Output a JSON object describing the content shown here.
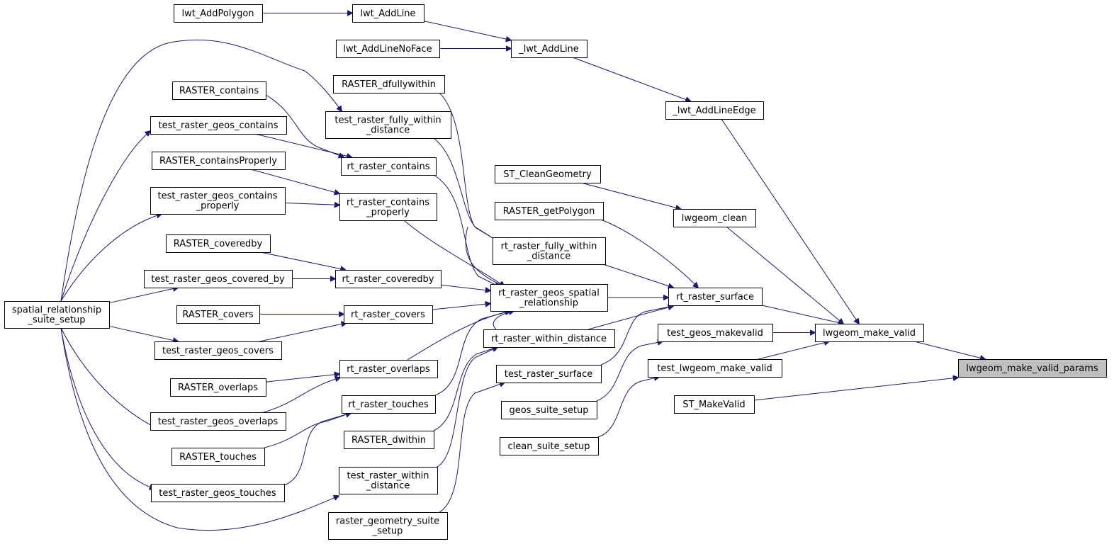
{
  "diagram": {
    "type": "caller-graph",
    "root": "lwgeom_make_valid_params",
    "nodes": [
      {
        "id": "root",
        "lines": [
          "lwgeom_make_valid_params"
        ]
      },
      {
        "id": "make_valid",
        "lines": [
          "lwgeom_make_valid"
        ]
      },
      {
        "id": "ST_MakeValid",
        "lines": [
          "ST_MakeValid"
        ]
      },
      {
        "id": "lwt_AddLineEdge",
        "lines": [
          "_lwt_AddLineEdge"
        ]
      },
      {
        "id": "lwt_AddLine_",
        "lines": [
          "_lwt_AddLine"
        ]
      },
      {
        "id": "lwt_AddLine",
        "lines": [
          "lwt_AddLine"
        ]
      },
      {
        "id": "lwt_AddPolygon",
        "lines": [
          "lwt_AddPolygon"
        ]
      },
      {
        "id": "lwt_AddLineNoFace",
        "lines": [
          "lwt_AddLineNoFace"
        ]
      },
      {
        "id": "lwgeom_clean",
        "lines": [
          "lwgeom_clean"
        ]
      },
      {
        "id": "ST_CleanGeometry",
        "lines": [
          "ST_CleanGeometry"
        ]
      },
      {
        "id": "rt_raster_surface",
        "lines": [
          "rt_raster_surface"
        ]
      },
      {
        "id": "test_geos_makevalid",
        "lines": [
          "test_geos_makevalid"
        ]
      },
      {
        "id": "test_lwgeom_make_valid",
        "lines": [
          "test_lwgeom_make_valid"
        ]
      },
      {
        "id": "RASTER_getPolygon",
        "lines": [
          "RASTER_getPolygon"
        ]
      },
      {
        "id": "rt_raster_geos_spatial",
        "lines": [
          "rt_raster_geos_spatial",
          "_relationship"
        ]
      },
      {
        "id": "rt_raster_fully_within",
        "lines": [
          "rt_raster_fully_within",
          "_distance"
        ]
      },
      {
        "id": "rt_raster_within_distance",
        "lines": [
          "rt_raster_within_distance"
        ]
      },
      {
        "id": "test_raster_surface",
        "lines": [
          "test_raster_surface"
        ]
      },
      {
        "id": "geos_suite_setup",
        "lines": [
          "geos_suite_setup"
        ]
      },
      {
        "id": "clean_suite_setup",
        "lines": [
          "clean_suite_setup"
        ]
      },
      {
        "id": "RASTER_dfullywithin",
        "lines": [
          "RASTER_dfullywithin"
        ]
      },
      {
        "id": "test_raster_fully_within",
        "lines": [
          "test_raster_fully_within",
          "_distance"
        ]
      },
      {
        "id": "RASTER_contains",
        "lines": [
          "RASTER_contains"
        ]
      },
      {
        "id": "rt_raster_contains",
        "lines": [
          "rt_raster_contains"
        ]
      },
      {
        "id": "test_raster_geos_contains",
        "lines": [
          "test_raster_geos_contains"
        ]
      },
      {
        "id": "RASTER_containsProperly",
        "lines": [
          "RASTER_containsProperly"
        ]
      },
      {
        "id": "rt_raster_contains_properly",
        "lines": [
          "rt_raster_contains",
          "_properly"
        ]
      },
      {
        "id": "test_raster_geos_contains_properly",
        "lines": [
          "test_raster_geos_contains",
          "_properly"
        ]
      },
      {
        "id": "RASTER_coveredby",
        "lines": [
          "RASTER_coveredby"
        ]
      },
      {
        "id": "rt_raster_coveredby",
        "lines": [
          "rt_raster_coveredby"
        ]
      },
      {
        "id": "test_raster_geos_covered_by",
        "lines": [
          "test_raster_geos_covered_by"
        ]
      },
      {
        "id": "RASTER_covers",
        "lines": [
          "RASTER_covers"
        ]
      },
      {
        "id": "rt_raster_covers",
        "lines": [
          "rt_raster_covers"
        ]
      },
      {
        "id": "test_raster_geos_covers",
        "lines": [
          "test_raster_geos_covers"
        ]
      },
      {
        "id": "rt_raster_overlaps",
        "lines": [
          "rt_raster_overlaps"
        ]
      },
      {
        "id": "RASTER_overlaps",
        "lines": [
          "RASTER_overlaps"
        ]
      },
      {
        "id": "test_raster_geos_overlaps",
        "lines": [
          "test_raster_geos_overlaps"
        ]
      },
      {
        "id": "rt_raster_touches",
        "lines": [
          "rt_raster_touches"
        ]
      },
      {
        "id": "RASTER_touches",
        "lines": [
          "RASTER_touches"
        ]
      },
      {
        "id": "test_raster_geos_touches",
        "lines": [
          "test_raster_geos_touches"
        ]
      },
      {
        "id": "RASTER_dwithin",
        "lines": [
          "RASTER_dwithin"
        ]
      },
      {
        "id": "test_raster_within_distance",
        "lines": [
          "test_raster_within",
          "_distance"
        ]
      },
      {
        "id": "raster_geometry_suite_setup",
        "lines": [
          "raster_geometry_suite",
          "_setup"
        ]
      },
      {
        "id": "spatial_relationship_suite_setup",
        "lines": [
          "spatial_relationship",
          "_suite_setup"
        ]
      }
    ],
    "edges": [
      [
        "make_valid",
        "root"
      ],
      [
        "ST_MakeValid",
        "root"
      ],
      [
        "lwt_AddLineEdge",
        "make_valid"
      ],
      [
        "lwgeom_clean",
        "make_valid"
      ],
      [
        "rt_raster_surface",
        "make_valid"
      ],
      [
        "test_geos_makevalid",
        "make_valid"
      ],
      [
        "test_lwgeom_make_valid",
        "make_valid"
      ],
      [
        "lwt_AddLine_",
        "lwt_AddLineEdge"
      ],
      [
        "lwt_AddLine",
        "lwt_AddLine_"
      ],
      [
        "lwt_AddLineNoFace",
        "lwt_AddLine_"
      ],
      [
        "lwt_AddPolygon",
        "lwt_AddLine"
      ],
      [
        "ST_CleanGeometry",
        "lwgeom_clean"
      ],
      [
        "RASTER_getPolygon",
        "rt_raster_surface"
      ],
      [
        "rt_raster_fully_within",
        "rt_raster_surface"
      ],
      [
        "rt_raster_geos_spatial",
        "rt_raster_surface"
      ],
      [
        "rt_raster_within_distance",
        "rt_raster_surface"
      ],
      [
        "test_raster_surface",
        "rt_raster_surface"
      ],
      [
        "geos_suite_setup",
        "test_geos_makevalid"
      ],
      [
        "clean_suite_setup",
        "test_lwgeom_make_valid"
      ],
      [
        "rt_raster_contains",
        "rt_raster_geos_spatial"
      ],
      [
        "rt_raster_contains_properly",
        "rt_raster_geos_spatial"
      ],
      [
        "rt_raster_coveredby",
        "rt_raster_geos_spatial"
      ],
      [
        "rt_raster_covers",
        "rt_raster_geos_spatial"
      ],
      [
        "rt_raster_overlaps",
        "rt_raster_geos_spatial"
      ],
      [
        "rt_raster_touches",
        "rt_raster_geos_spatial"
      ],
      [
        "rt_raster_fully_within",
        "rt_raster_geos_spatial"
      ],
      [
        "rt_raster_within_distance",
        "rt_raster_geos_spatial"
      ],
      [
        "RASTER_dfullywithin",
        "rt_raster_fully_within"
      ],
      [
        "test_raster_fully_within",
        "rt_raster_fully_within"
      ],
      [
        "RASTER_dwithin",
        "rt_raster_within_distance"
      ],
      [
        "test_raster_within_distance",
        "rt_raster_within_distance"
      ],
      [
        "raster_geometry_suite_setup",
        "test_raster_surface"
      ],
      [
        "RASTER_contains",
        "rt_raster_contains"
      ],
      [
        "test_raster_geos_contains",
        "rt_raster_contains"
      ],
      [
        "RASTER_containsProperly",
        "rt_raster_contains_properly"
      ],
      [
        "test_raster_geos_contains_properly",
        "rt_raster_contains_properly"
      ],
      [
        "RASTER_coveredby",
        "rt_raster_coveredby"
      ],
      [
        "test_raster_geos_covered_by",
        "rt_raster_coveredby"
      ],
      [
        "RASTER_covers",
        "rt_raster_covers"
      ],
      [
        "test_raster_geos_covers",
        "rt_raster_covers"
      ],
      [
        "RASTER_overlaps",
        "rt_raster_overlaps"
      ],
      [
        "test_raster_geos_overlaps",
        "rt_raster_overlaps"
      ],
      [
        "RASTER_touches",
        "rt_raster_touches"
      ],
      [
        "test_raster_geos_touches",
        "rt_raster_touches"
      ],
      [
        "spatial_relationship_suite_setup",
        "test_raster_fully_within"
      ],
      [
        "spatial_relationship_suite_setup",
        "test_raster_geos_contains"
      ],
      [
        "spatial_relationship_suite_setup",
        "test_raster_geos_contains_properly"
      ],
      [
        "spatial_relationship_suite_setup",
        "test_raster_geos_covered_by"
      ],
      [
        "spatial_relationship_suite_setup",
        "test_raster_geos_covers"
      ],
      [
        "spatial_relationship_suite_setup",
        "test_raster_geos_overlaps"
      ],
      [
        "spatial_relationship_suite_setup",
        "test_raster_geos_touches"
      ],
      [
        "spatial_relationship_suite_setup",
        "test_raster_within_distance"
      ]
    ]
  }
}
